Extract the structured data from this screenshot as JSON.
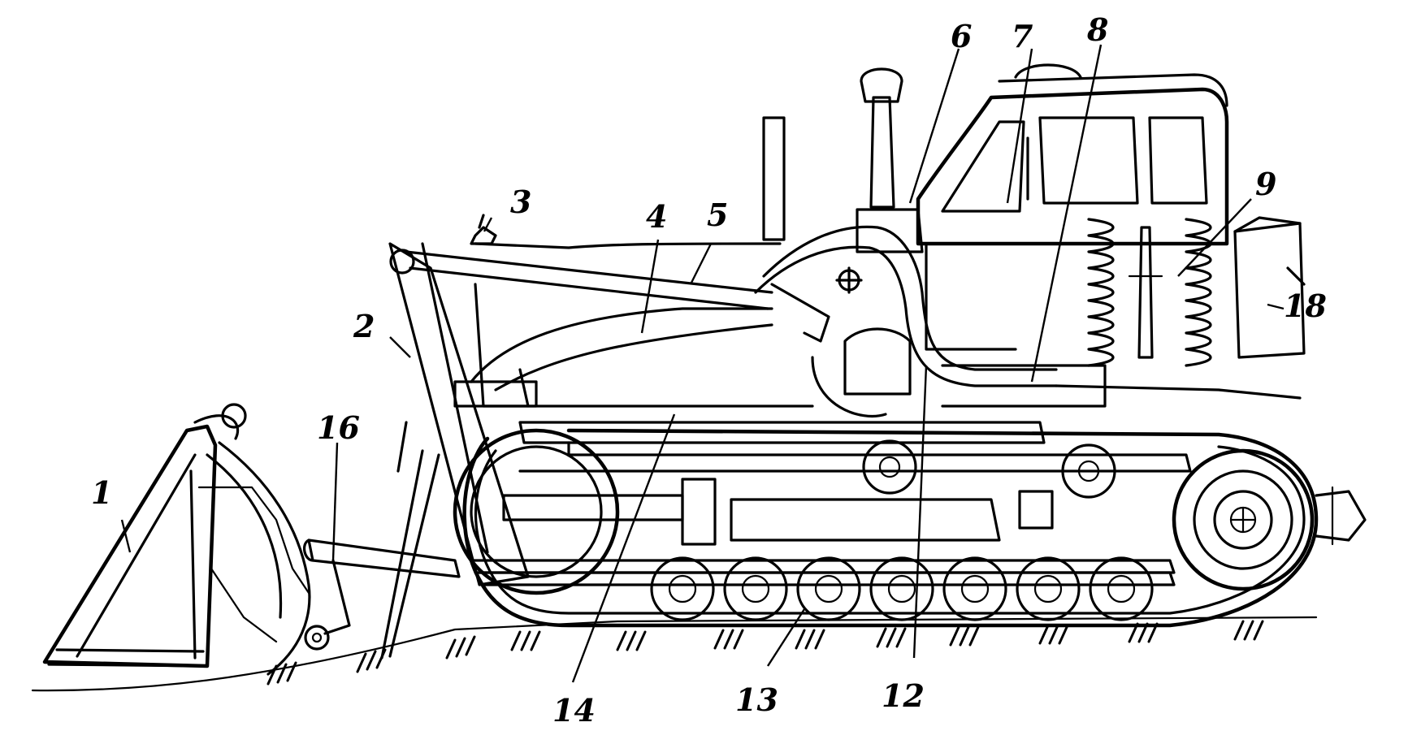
{
  "callouts": [
    {
      "id": "1",
      "text": "1"
    },
    {
      "id": "2",
      "text": "2"
    },
    {
      "id": "3",
      "text": "3"
    },
    {
      "id": "4",
      "text": "4"
    },
    {
      "id": "5",
      "text": "5"
    },
    {
      "id": "6",
      "text": "6"
    },
    {
      "id": "7",
      "text": "7"
    },
    {
      "id": "8",
      "text": "8"
    },
    {
      "id": "9",
      "text": "9"
    },
    {
      "id": "12",
      "text": "12"
    },
    {
      "id": "13",
      "text": "13"
    },
    {
      "id": "14",
      "text": "14"
    },
    {
      "id": "16",
      "text": "16"
    },
    {
      "id": "18",
      "text": "18"
    }
  ]
}
